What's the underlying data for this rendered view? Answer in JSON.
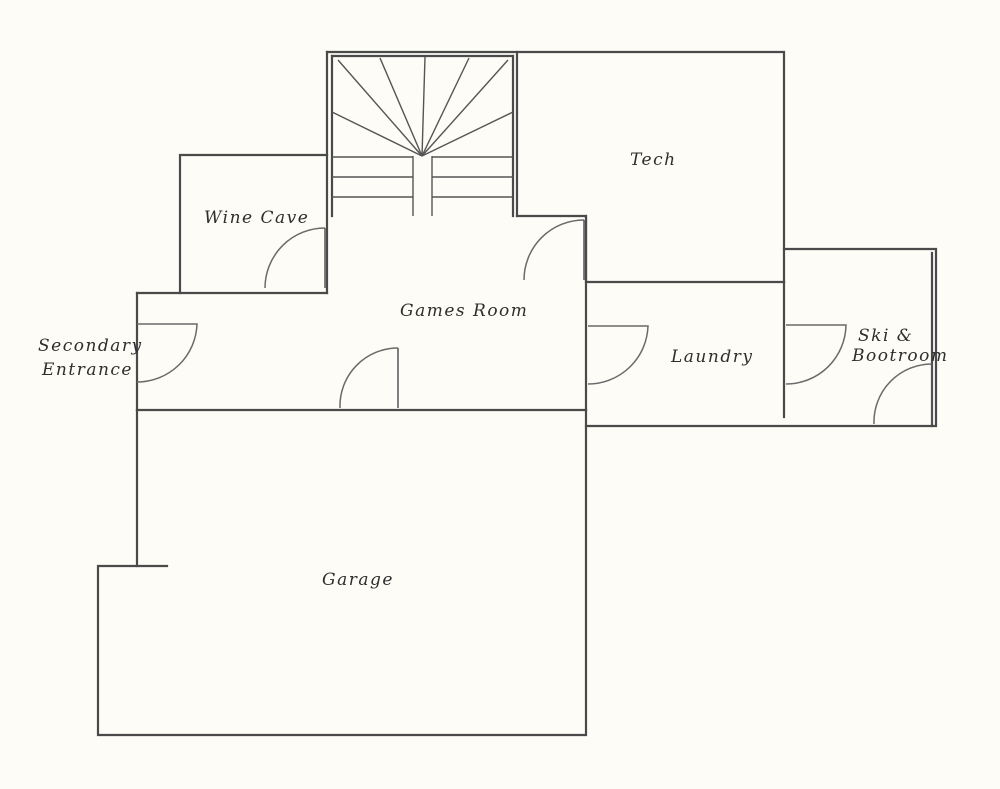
{
  "colors": {
    "background": "#fdfcf7",
    "wall": "#4a4a4a",
    "text": "#2e2e2e"
  },
  "rooms": {
    "tech": "Tech",
    "wine_cave": "Wine Cave",
    "games_room": "Games Room",
    "secondary_entrance_line1": "Secondary",
    "secondary_entrance_line2": "Entrance",
    "laundry": "Laundry",
    "ski_bootroom_line1": "Ski &",
    "ski_bootroom_line2": "Bootroom",
    "garage": "Garage"
  }
}
